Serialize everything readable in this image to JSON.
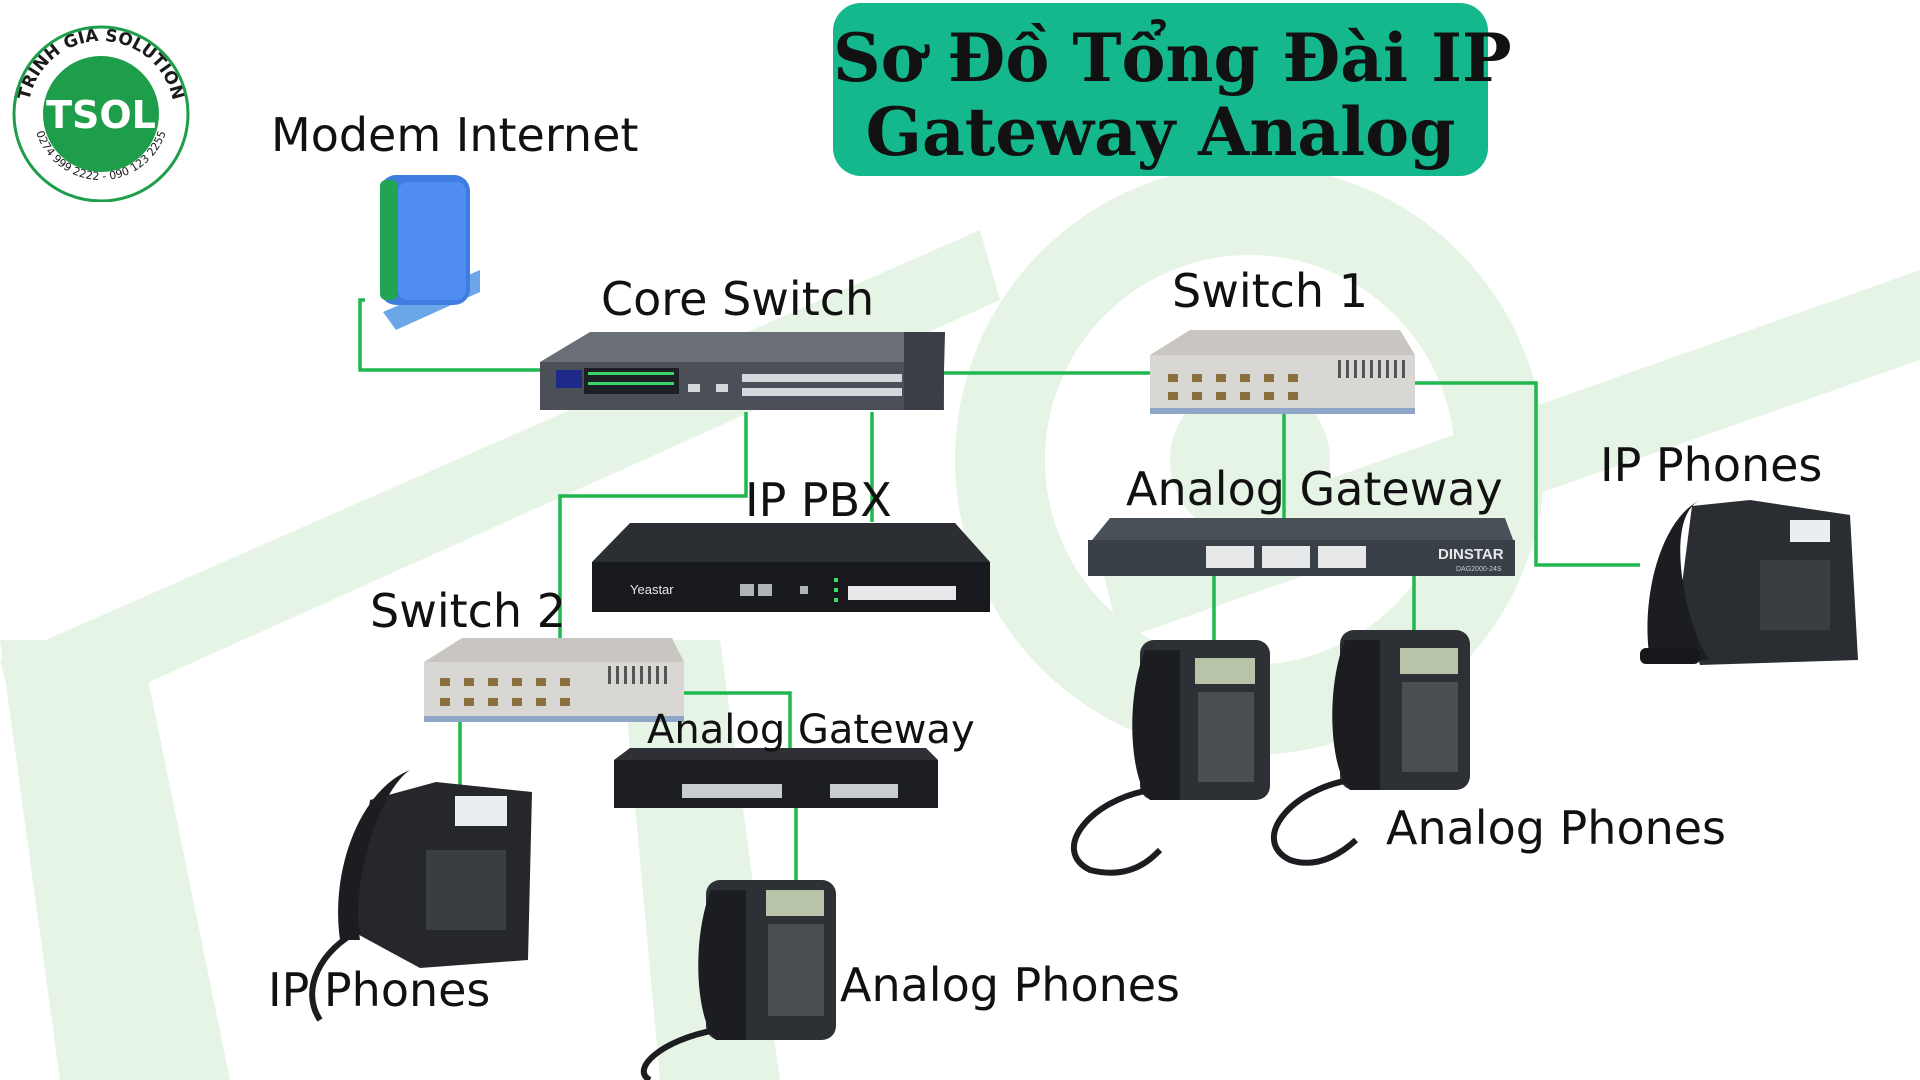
{
  "title": {
    "line1": "Sơ Đồ Tổng Đài IP",
    "line2": "Gateway Analog"
  },
  "logo": {
    "brand": "TSOL",
    "ring_top": "TRINH GIA SOLUTION",
    "ring_bottom": "0274 999 2222 - 090 123 2255"
  },
  "labels": {
    "modem": "Modem Internet",
    "core_switch": "Core Switch",
    "switch1": "Switch 1",
    "switch2": "Switch 2",
    "ip_pbx": "IP PBX",
    "analog_gateway_right": "Analog Gateway",
    "analog_gateway_left": "Analog Gateway",
    "ip_phones_right": "IP Phones",
    "ip_phones_left": "IP Phones",
    "analog_phones_right": "Analog Phones",
    "analog_phones_bottom": "Analog Phones"
  },
  "device_text": {
    "pbx_brand": "Yeastar",
    "gateway_brand": "DINSTAR",
    "gateway_model": "DAG2000-24S"
  },
  "colors": {
    "title_bg": "#14b88c",
    "link": "#1fb84f",
    "watermark": "#e6f4e6",
    "logo_green": "#1e9e4a"
  }
}
